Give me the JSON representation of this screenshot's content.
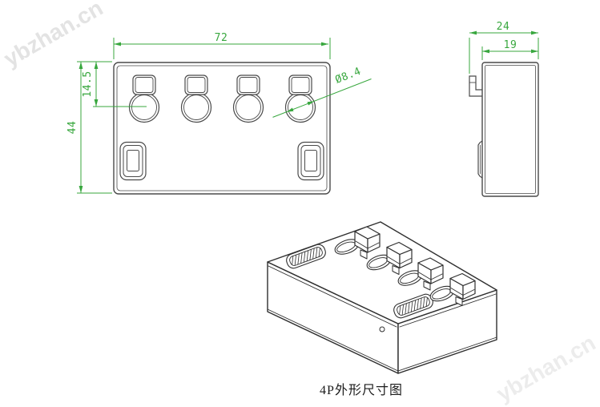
{
  "caption": "4P外形尺寸图",
  "watermarks": {
    "top_left": "ybzhan.cn",
    "bottom_right": "ybzhan.cn"
  },
  "front_view": {
    "width": "72",
    "height": "44",
    "hole_offset": "14.5",
    "hole_diameter": "Ø8.4"
  },
  "side_view": {
    "overall_depth": "24",
    "body_depth": "19"
  },
  "colors": {
    "dimension_green": "#38a73e",
    "drawing_line": "#4a4a4a",
    "iso_line": "#2f2f2f",
    "watermark_gray": "#e3e3e3"
  }
}
